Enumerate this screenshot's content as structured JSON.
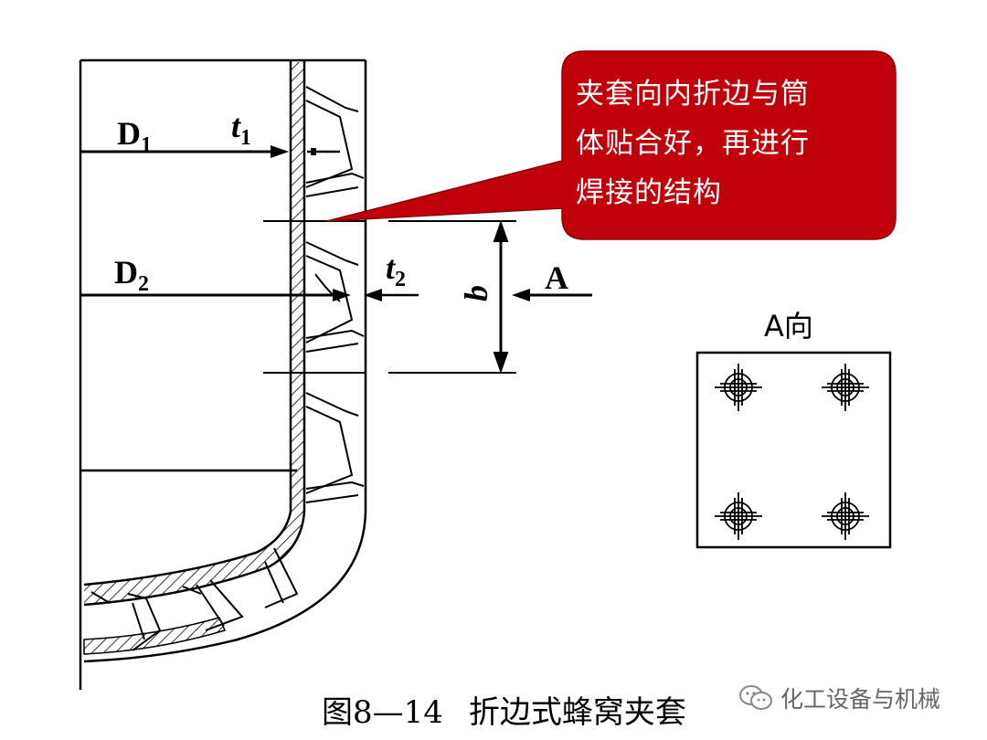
{
  "callout": {
    "lines": [
      "夹套向内折边与筒",
      "体贴合好，再进行",
      "焊接的结构"
    ],
    "fill": "#c0000b"
  },
  "labels": {
    "d1": "D",
    "d1_sub": "1",
    "t1": "t",
    "t1_sub": "1",
    "d2": "D",
    "d2_sub": "2",
    "t2": "t",
    "t2_sub": "2",
    "b": "b",
    "a_arrow": "A",
    "view_a": "A向"
  },
  "caption": {
    "number": "图8—14",
    "title": "折边式蜂窝夹套"
  },
  "watermark": {
    "text": "化工设备与机械"
  }
}
